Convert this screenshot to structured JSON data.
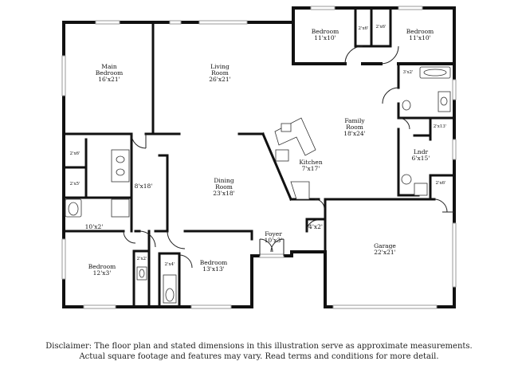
{
  "rooms": {
    "main_bedroom": {
      "name_1": "Main",
      "name_2": "Bedroom",
      "dims": "16'x21'"
    },
    "living_room": {
      "name_1": "Living",
      "name_2": "Room",
      "dims": "26'x21'"
    },
    "bedroom_top_left": {
      "name": "Bedroom",
      "dims": "11'x10'"
    },
    "bedroom_top_right": {
      "name": "Bedroom",
      "dims": "11'x10'"
    },
    "family_room": {
      "name_1": "Family",
      "name_2": "Room",
      "dims": "18'x24'"
    },
    "kitchen": {
      "name": "Kitchen",
      "dims": "7'x17'"
    },
    "dining_room": {
      "name_1": "Dining",
      "name_2": "Room",
      "dims": "23'x18'"
    },
    "hall": {
      "dims": "8'x18'"
    },
    "laundry": {
      "name": "Lndr",
      "dims": "6'x15'"
    },
    "foyer": {
      "name": "Foyer",
      "dims": "10'x3'"
    },
    "garage": {
      "name": "Garage",
      "dims": "22'x21'"
    },
    "bedroom_bottom_left": {
      "name": "Bedroom",
      "dims": "12'x3'"
    },
    "bedroom_bottom_mid": {
      "name": "Bedroom",
      "dims": "13'x13'"
    }
  },
  "small_labels": {
    "closet_a": "2'x6'",
    "closet_b": "2'x6'",
    "closet_c": "3'x2'",
    "closet_d": "2'x13'",
    "closet_e": "2'x6'",
    "closet_f": "2'x6'",
    "closet_g": "2'x5'",
    "closet_h": "2'x2'",
    "closet_i": "2'x4'",
    "hall_closet": "10'x2'",
    "entry_closet": "4'x2'"
  },
  "disclaimer": {
    "line1": "Disclaimer: The floor plan and stated dimensions in this illustration serve as approximate measurements.",
    "line2": "Actual square footage and features may vary. Read terms and conditions for more detail."
  }
}
